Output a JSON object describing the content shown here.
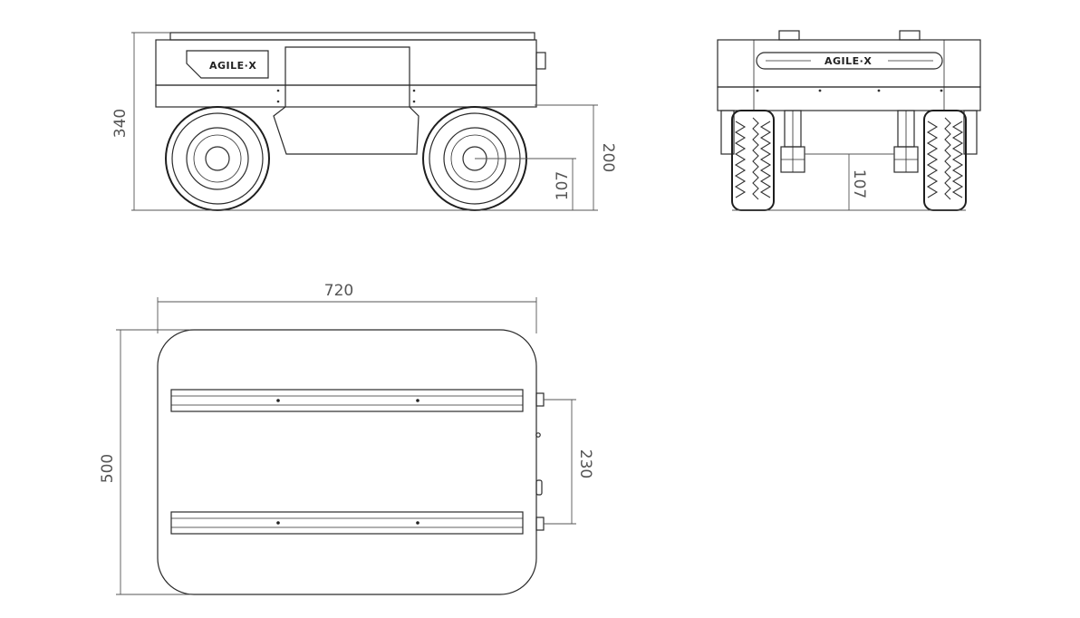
{
  "logo_text": "AGILE·X",
  "dimensions": {
    "side_height": "340",
    "side_body_height": "200",
    "side_ground_clearance": "107",
    "front_ground_clearance": "107",
    "top_length": "720",
    "top_width": "500",
    "top_rail_spacing": "230"
  },
  "colors": {
    "line": "#2b2b2b",
    "dimension": "#555555",
    "background": "#ffffff"
  }
}
